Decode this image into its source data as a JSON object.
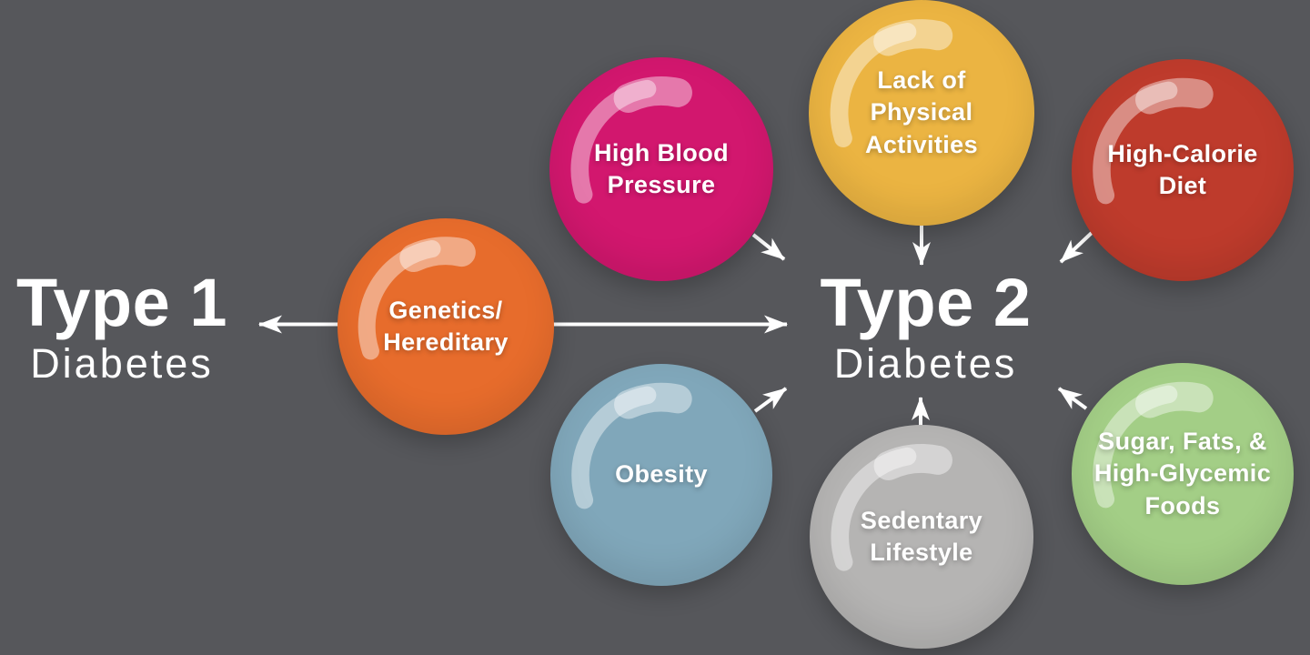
{
  "canvas": {
    "background_color": "#56575B",
    "text_color": "#FFFFFF",
    "arrow_color": "#FFFFFF"
  },
  "type1": {
    "title": "Type 1",
    "subtitle": "Diabetes"
  },
  "type2": {
    "title": "Type 2",
    "subtitle": "Diabetes"
  },
  "factors": [
    {
      "id": "genetics-hereditary",
      "label": "Genetics/\nHereditary",
      "color": "#E76C2C"
    },
    {
      "id": "high-blood-pressure",
      "label": "High Blood\nPressure",
      "color": "#D2176E"
    },
    {
      "id": "lack-of-physical-activities",
      "label": "Lack of\nPhysical\nActivities",
      "color": "#EBB442"
    },
    {
      "id": "high-calorie-diet",
      "label": "High-Calorie\nDiet",
      "color": "#BE3B2C"
    },
    {
      "id": "obesity",
      "label": "Obesity",
      "color": "#80A7BA"
    },
    {
      "id": "sedentary-lifestyle",
      "label": "Sedentary\nLifestyle",
      "color": "#B5B4B3"
    },
    {
      "id": "sugar-fats-high-glycemic-foods",
      "label": "Sugar, Fats, &\nHigh-Glycemic\nFoods",
      "color": "#A3CE86"
    }
  ],
  "connections": [
    {
      "from": "genetics-hereditary",
      "to": "type-1-diabetes"
    },
    {
      "from": "genetics-hereditary",
      "to": "type-2-diabetes"
    },
    {
      "from": "high-blood-pressure",
      "to": "type-2-diabetes"
    },
    {
      "from": "lack-of-physical-activities",
      "to": "type-2-diabetes"
    },
    {
      "from": "high-calorie-diet",
      "to": "type-2-diabetes"
    },
    {
      "from": "obesity",
      "to": "type-2-diabetes"
    },
    {
      "from": "sedentary-lifestyle",
      "to": "type-2-diabetes"
    },
    {
      "from": "sugar-fats-high-glycemic-foods",
      "to": "type-2-diabetes"
    }
  ],
  "arrow_color": "#FFFFFF"
}
